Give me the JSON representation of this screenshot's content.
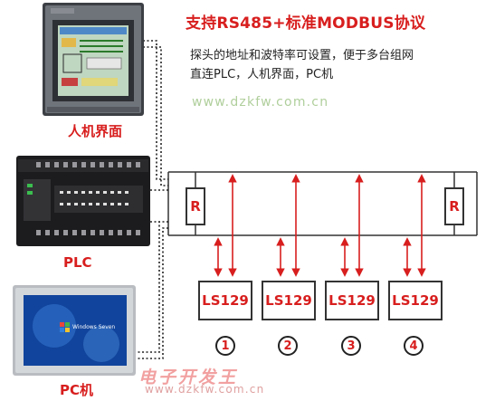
{
  "title": "支持RS485+标准MODBUS协议",
  "description": [
    "探头的地址和波特率可设置，便于多台组网",
    "直连PLC，人机界面，PC机"
  ],
  "watermark": "www.dzkfw.com.cn",
  "logo_text": "电子开发王",
  "devices": {
    "hmi": {
      "label": "人机界面"
    },
    "plc": {
      "label": "PLC"
    },
    "pc": {
      "label": "PC机",
      "screen_text": "Windows Seven"
    }
  },
  "resistor_label": "R",
  "nodes": [
    {
      "label": "LS129",
      "number": "1"
    },
    {
      "label": "LS129",
      "number": "2"
    },
    {
      "label": "LS129",
      "number": "3"
    },
    {
      "label": "LS129",
      "number": "4"
    }
  ],
  "colors": {
    "accent": "#d81e1e",
    "line": "#333333",
    "watermark": "#b0cf9c"
  }
}
